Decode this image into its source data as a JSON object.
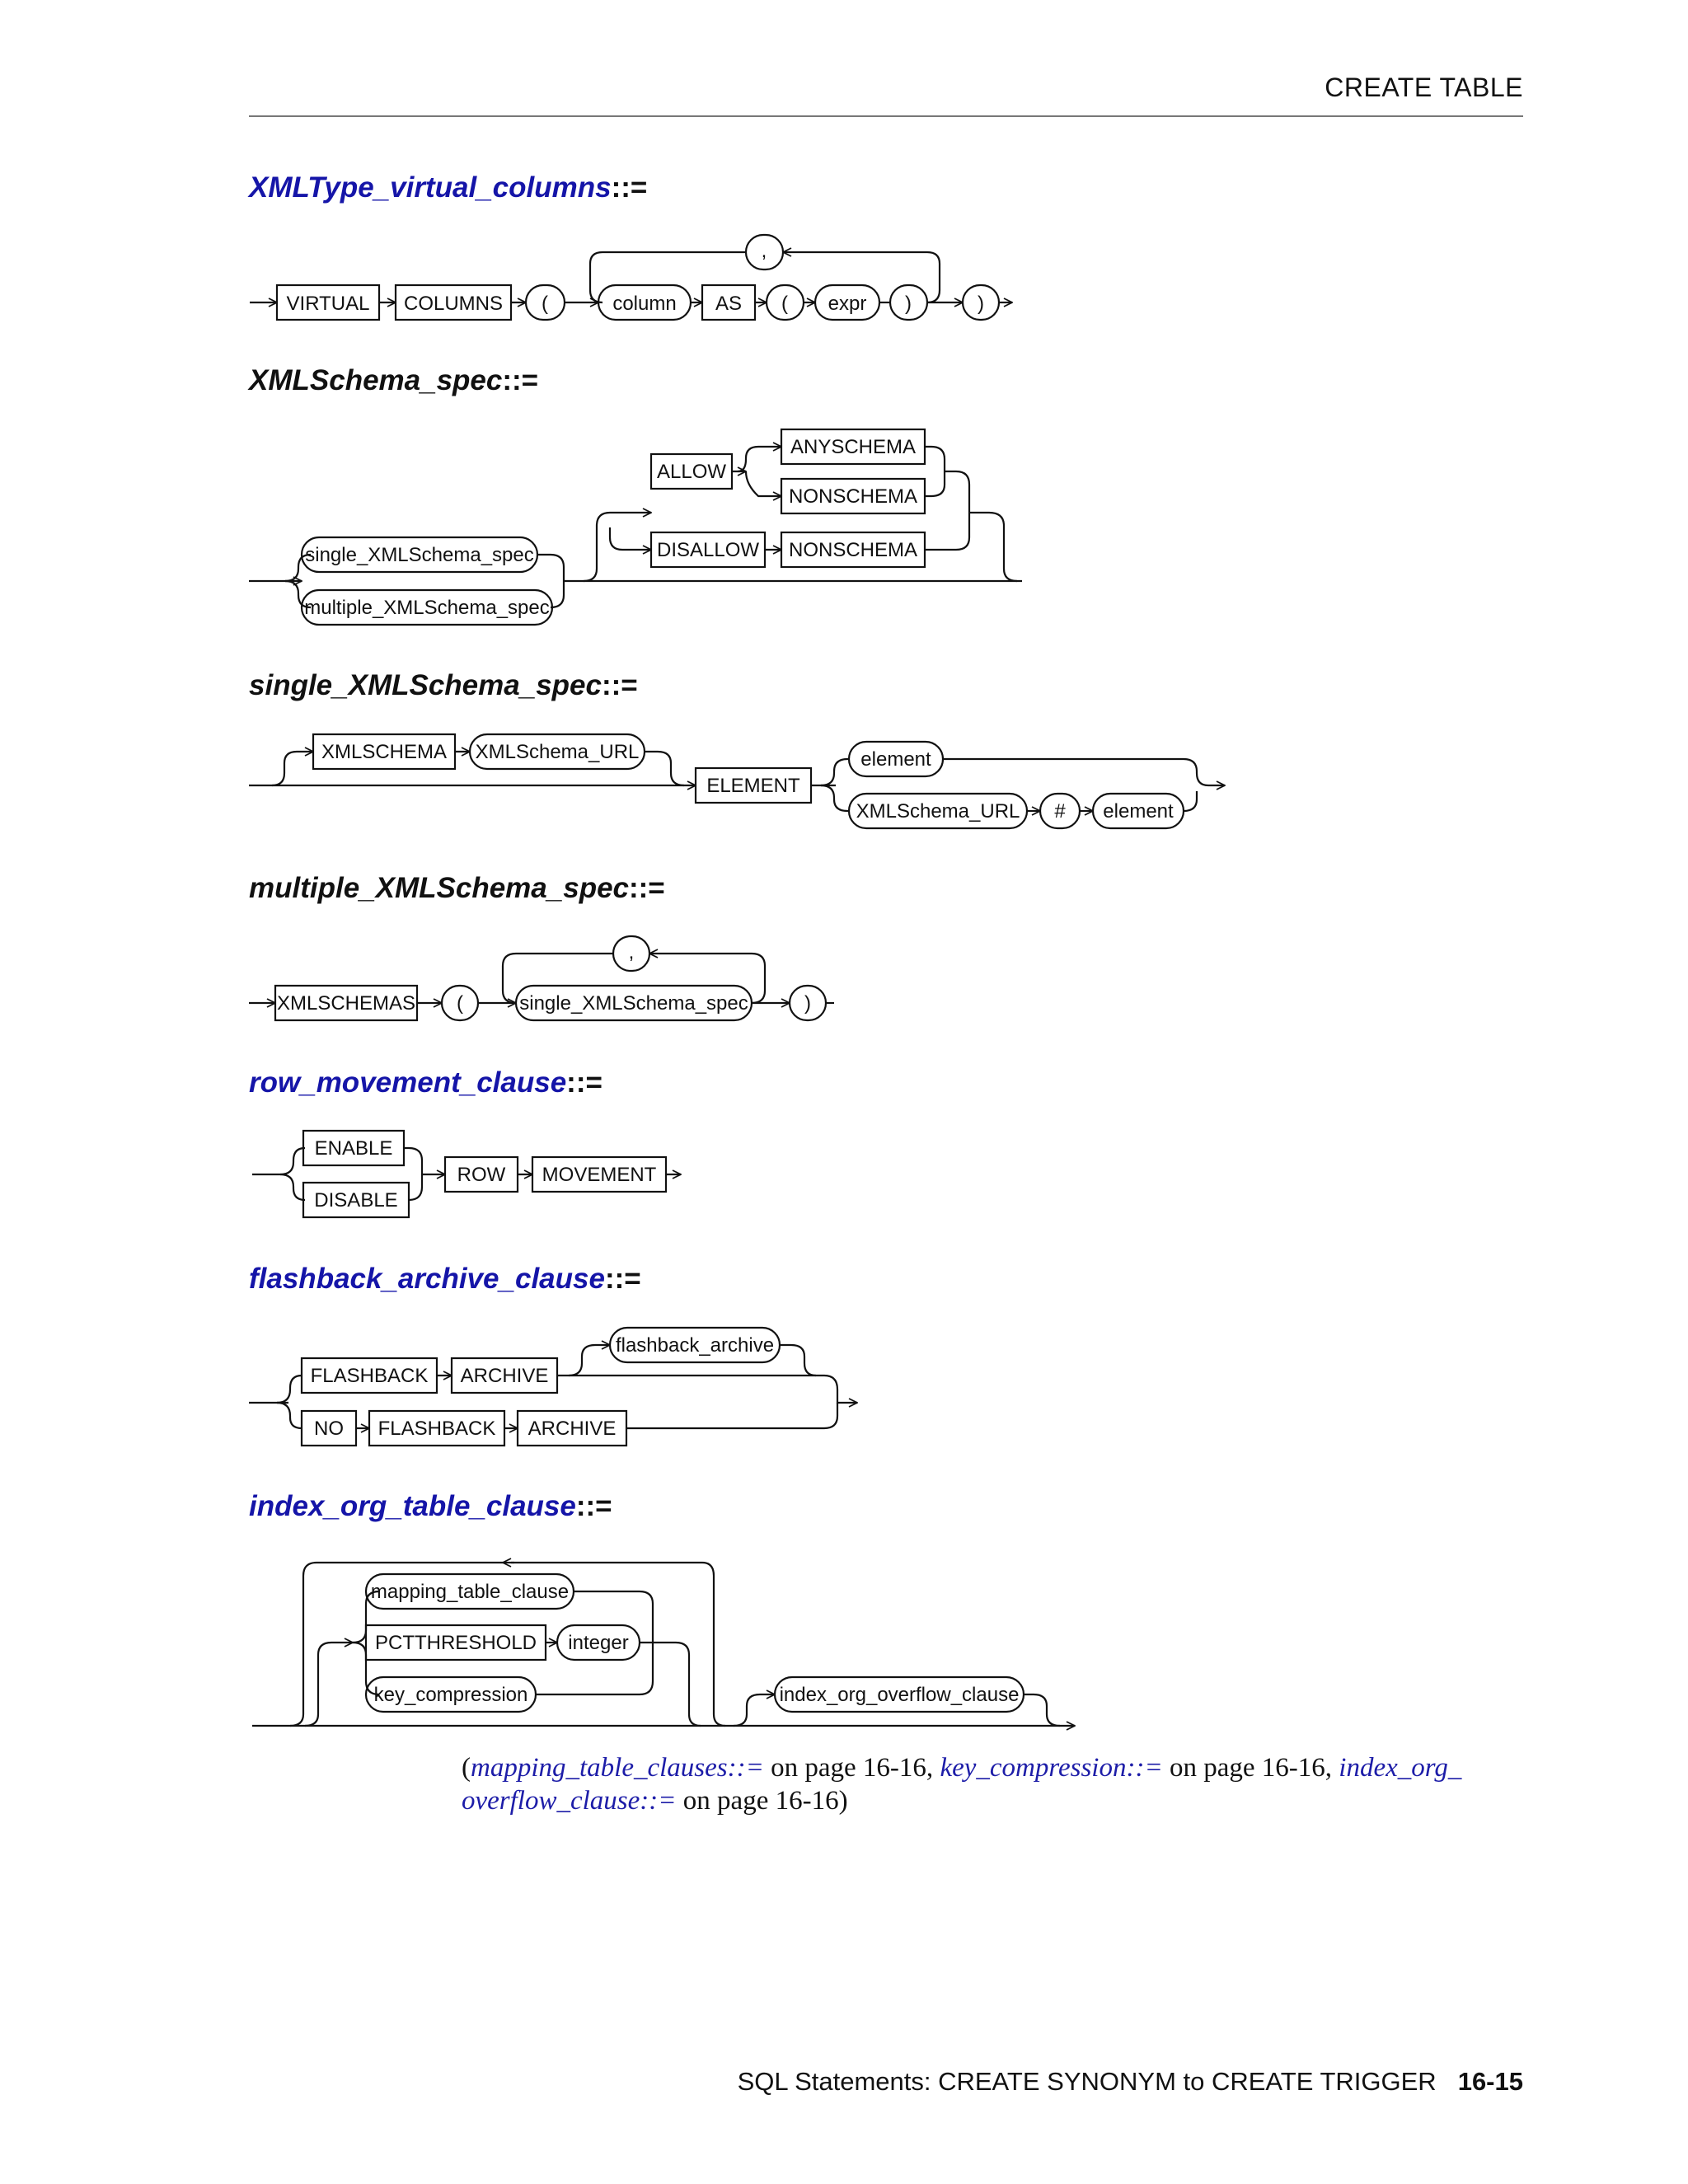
{
  "header": {
    "title": "CREATE TABLE"
  },
  "sections": [
    {
      "name": "XMLType_virtual_columns",
      "op": "::=",
      "color": "#1515a8"
    },
    {
      "name": "XMLSchema_spec",
      "op": "::=",
      "color": "#111111"
    },
    {
      "name": "single_XMLSchema_spec",
      "op": "::=",
      "color": "#111111"
    },
    {
      "name": "multiple_XMLSchema_spec",
      "op": "::=",
      "color": "#111111"
    },
    {
      "name": "row_movement_clause",
      "op": "::=",
      "color": "#1515a8"
    },
    {
      "name": "flashback_archive_clause",
      "op": "::=",
      "color": "#1515a8"
    },
    {
      "name": "index_org_table_clause",
      "op": "::=",
      "color": "#1515a8"
    }
  ],
  "diagrams": {
    "xmltype_virtual_columns": {
      "virtual": "VIRTUAL",
      "columns": "COLUMNS",
      "lparen": "(",
      "column": "column",
      "as": "AS",
      "lparen2": "(",
      "expr": "expr",
      "rparen2": ")",
      "rparen": ")",
      "comma": ","
    },
    "xmlschema_spec": {
      "single": "single_XMLSchema_spec",
      "multiple": "multiple_XMLSchema_spec",
      "allow": "ALLOW",
      "anyschema": "ANYSCHEMA",
      "nonschema": "NONSCHEMA",
      "disallow": "DISALLOW",
      "nonschema2": "NONSCHEMA"
    },
    "single_xmlschema_spec": {
      "xmlschema": "XMLSCHEMA",
      "url": "XMLSchema_URL",
      "element_kw": "ELEMENT",
      "element": "element",
      "url2": "XMLSchema_URL",
      "hash": "#",
      "element2": "element"
    },
    "multiple_xmlschema_spec": {
      "xmlschemas": "XMLSCHEMAS",
      "lparen": "(",
      "single": "single_XMLSchema_spec",
      "rparen": ")",
      "comma": ","
    },
    "row_movement_clause": {
      "enable": "ENABLE",
      "disable": "DISABLE",
      "row": "ROW",
      "movement": "MOVEMENT"
    },
    "flashback_archive_clause": {
      "flashback": "FLASHBACK",
      "archive": "ARCHIVE",
      "flashback_archive": "flashback_archive",
      "no": "NO",
      "flashback2": "FLASHBACK",
      "archive2": "ARCHIVE"
    },
    "index_org_table_clause": {
      "mapping": "mapping_table_clause",
      "pctthreshold": "PCTTHRESHOLD",
      "integer": "integer",
      "key_compression": "key_compression",
      "overflow": "index_org_overflow_clause"
    }
  },
  "note": {
    "open": "(",
    "link1": "mapping_table_clauses::=",
    "text1": " on page 16-16, ",
    "link2": "key_compression::=",
    "text2": " on page 16-16, ",
    "link3a": "index_org_",
    "link3b": "overflow_clause::=",
    "text3": " on page 16-16)"
  },
  "footer": {
    "text": "SQL Statements: CREATE SYNONYM to CREATE TRIGGER",
    "page": "16-15"
  }
}
